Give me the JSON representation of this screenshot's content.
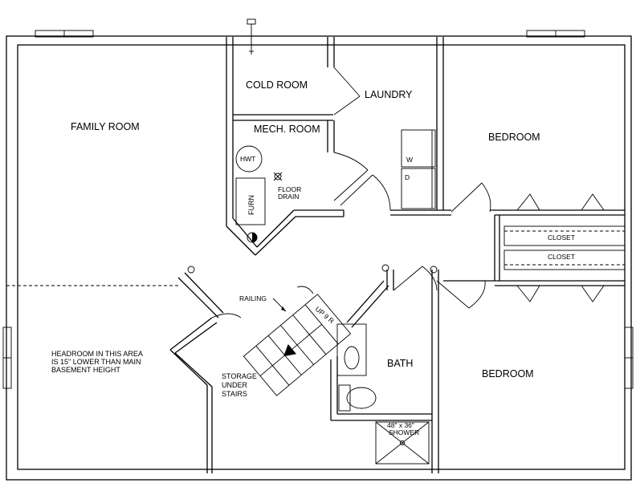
{
  "rooms": {
    "family_room": "FAMILY ROOM",
    "cold_room": "COLD ROOM",
    "laundry": "LAUNDRY",
    "mech_room": "MECH. ROOM",
    "bedroom_top": "BEDROOM",
    "bedroom_bottom": "BEDROOM",
    "bath": "BATH"
  },
  "closets": [
    "CLOSET",
    "CLOSET"
  ],
  "fixtures": {
    "hwt": "HWT",
    "furnace": "FURN",
    "washer": "W",
    "dryer": "D",
    "floor_drain": [
      "FLOOR",
      "DRAIN"
    ],
    "shower": [
      "48\" x 36\"",
      "SHOWER"
    ]
  },
  "stairs": {
    "railing": "RAILING",
    "direction": "UP 9 R",
    "storage": [
      "STORAGE",
      "UNDER",
      "STAIRS"
    ]
  },
  "headroom_note": [
    "HEADROOM IN THIS AREA",
    "IS 15\" LOWER THAN MAIN",
    "BASEMENT HEIGHT"
  ]
}
